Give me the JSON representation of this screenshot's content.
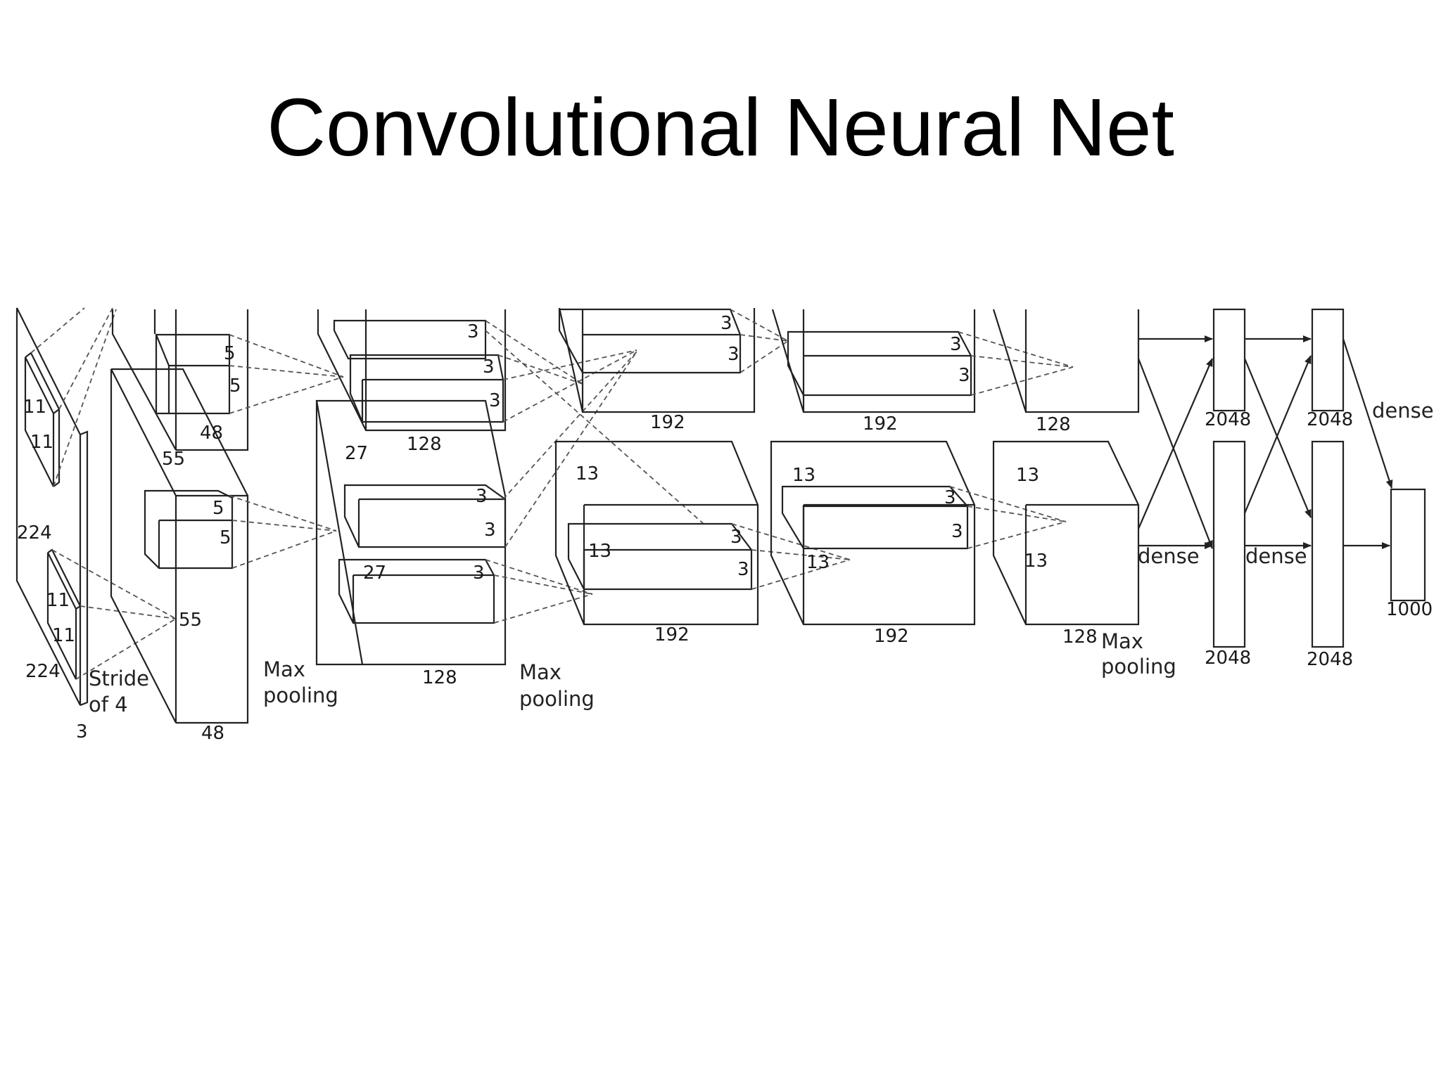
{
  "title": "Convolutional Neural Net",
  "diagram": {
    "input": {
      "kernel_h": "11",
      "kernel_w": "11",
      "size_h": "224",
      "size_w": "224",
      "depth": "3",
      "stride_line1": "Stride",
      "stride_line2": "of 4",
      "mid_kernel_h": "11",
      "mid_kernel_w": "11",
      "mid_out": "55"
    },
    "conv1": {
      "size": "55",
      "depth_top": "48",
      "depth_bottom": "48",
      "k_top_a": "5",
      "k_top_b": "5",
      "k_bot_a": "5",
      "k_bot_b": "5",
      "pool_line1": "Max",
      "pool_line2": "pooling"
    },
    "conv2": {
      "size_top": "27",
      "size_bottom": "27",
      "depth_top": "128",
      "depth_bottom": "128",
      "k1": "3",
      "k2": "3",
      "k3": "3",
      "k4": "3",
      "k5": "3",
      "k6": "3",
      "pool_line1": "Max",
      "pool_line2": "pooling"
    },
    "conv3": {
      "depth_top": "192",
      "depth_bottom": "192",
      "size_a": "13",
      "size_b": "13",
      "k1": "3",
      "k2": "3",
      "k3": "3",
      "k4": "3"
    },
    "conv4": {
      "depth_top": "192",
      "depth_bottom": "192",
      "size_a": "13",
      "size_b": "13",
      "k1": "3",
      "k2": "3",
      "k3": "3",
      "k4": "3"
    },
    "conv5": {
      "depth_top": "128",
      "depth_bottom": "128",
      "size_a": "13",
      "size_b": "13",
      "pool_line1": "Max",
      "pool_line2": "pooling"
    },
    "fc6": {
      "top": "2048",
      "bottom": "2048",
      "label": "dense"
    },
    "fc7": {
      "top": "2048",
      "bottom": "2048",
      "label": "dense"
    },
    "fc8": {
      "label": "dense",
      "output": "1000"
    }
  }
}
